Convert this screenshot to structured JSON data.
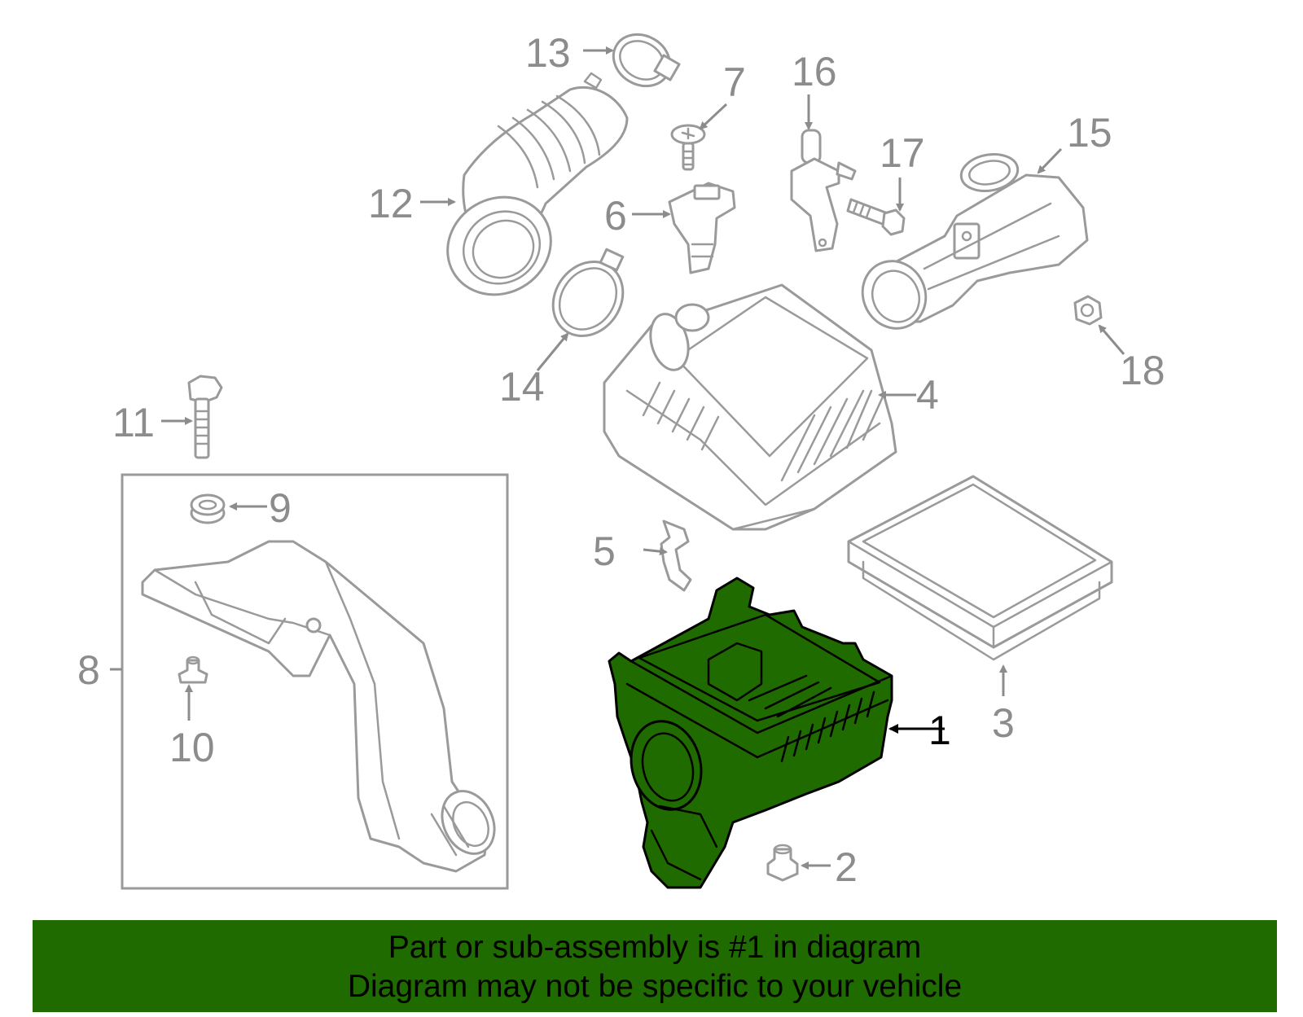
{
  "diagram": {
    "highlight_color": "#1f6b00",
    "highlighted_part": "1",
    "callouts": {
      "c1": "1",
      "c2": "2",
      "c3": "3",
      "c4": "4",
      "c5": "5",
      "c6": "6",
      "c7": "7",
      "c8": "8",
      "c9": "9",
      "c10": "10",
      "c11": "11",
      "c12": "12",
      "c13": "13",
      "c14": "14",
      "c15": "15",
      "c16": "16",
      "c17": "17",
      "c18": "18"
    }
  },
  "banner": {
    "line1": "Part or sub-assembly is #1 in diagram",
    "line2": "Diagram may not be specific to your vehicle",
    "background": "#1f6b00"
  }
}
